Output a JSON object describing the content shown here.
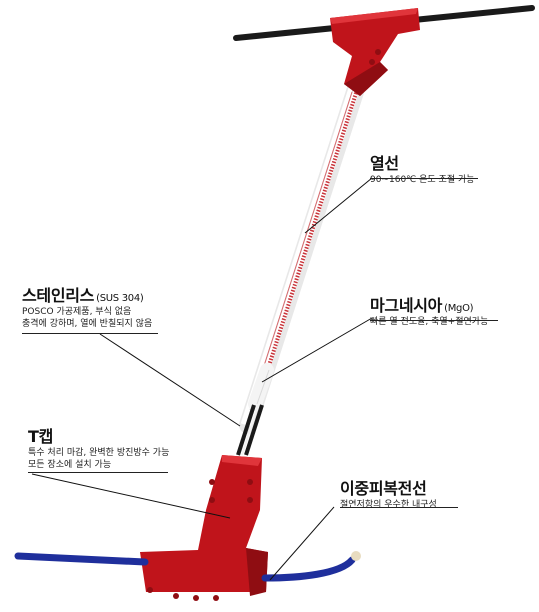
{
  "labels": {
    "heat_wire": {
      "title": "열선",
      "desc": "90~160℃ 온도 조절 가능"
    },
    "stainless": {
      "title": "스테인리스",
      "sub": "(SUS 304)",
      "desc1": "POSCO 가공제품, 부식 없음",
      "desc2": "충격에 강하며, 열에 반칠되지 않음"
    },
    "magnesia": {
      "title": "마그네시아",
      "sub": "(MgO)",
      "desc": "빠른 열 전도율, 축열+절연가능"
    },
    "tcap": {
      "title": "T캡",
      "desc1": "특수 처리 마감, 완벽한 방진방수 가능",
      "desc2": "모든 장소에 설치 가능"
    },
    "double_cable": {
      "title": "이중피복전선",
      "desc": "절연저항의 우수한 내구성"
    }
  },
  "colors": {
    "cap_red": "#c0141b",
    "cap_shade": "#8f0d12",
    "cable_blue": "#1f2f9c",
    "rod_black": "#1a1a1a",
    "insulator_white": "#f4f4f4",
    "coil_red": "#c9343a"
  }
}
